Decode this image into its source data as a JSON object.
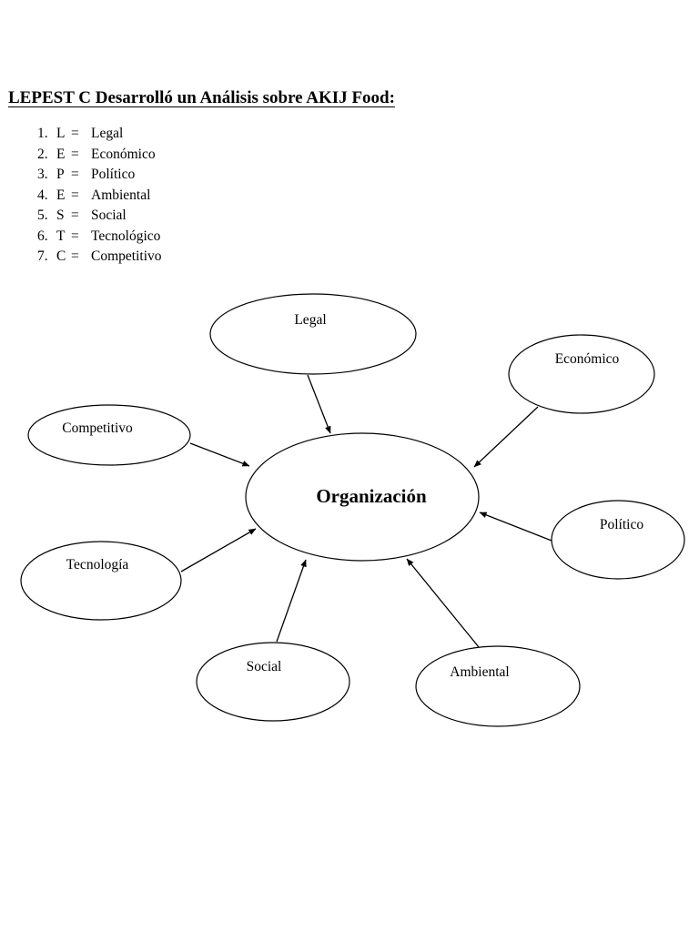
{
  "title": "LEPEST C Desarrolló un Análisis sobre AKIJ Food:",
  "factors": [
    {
      "number": "1.",
      "letter": "L",
      "separator": "=",
      "name": "Legal"
    },
    {
      "number": "2.",
      "letter": "E",
      "separator": "=",
      "name": "Económico"
    },
    {
      "number": "3.",
      "letter": "P",
      "separator": "=",
      "name": "Político"
    },
    {
      "number": "4.",
      "letter": "E",
      "separator": "=",
      "name": "Ambiental"
    },
    {
      "number": "5.",
      "letter": "S",
      "separator": "=",
      "name": "Social"
    },
    {
      "number": "6.",
      "letter": "T",
      "separator": "=",
      "name": "Tecnológico"
    },
    {
      "number": "7.",
      "letter": "C",
      "separator": "=",
      "name": "Competitivo"
    }
  ],
  "diagram": {
    "center": {
      "label": "Organización"
    },
    "nodes": [
      {
        "id": "legal",
        "label": "Legal"
      },
      {
        "id": "economico",
        "label": "Económico"
      },
      {
        "id": "competitivo",
        "label": "Competitivo"
      },
      {
        "id": "politico",
        "label": "Político"
      },
      {
        "id": "tecnologia",
        "label": "Tecnología"
      },
      {
        "id": "social",
        "label": "Social"
      },
      {
        "id": "ambiental",
        "label": "Ambiental"
      }
    ],
    "edges": [
      {
        "from": "legal",
        "to": "center"
      },
      {
        "from": "economico",
        "to": "center"
      },
      {
        "from": "competitivo",
        "to": "center"
      },
      {
        "from": "politico",
        "to": "center"
      },
      {
        "from": "tecnologia",
        "to": "center"
      },
      {
        "from": "social",
        "to": "center"
      },
      {
        "from": "ambiental",
        "to": "center"
      }
    ]
  }
}
